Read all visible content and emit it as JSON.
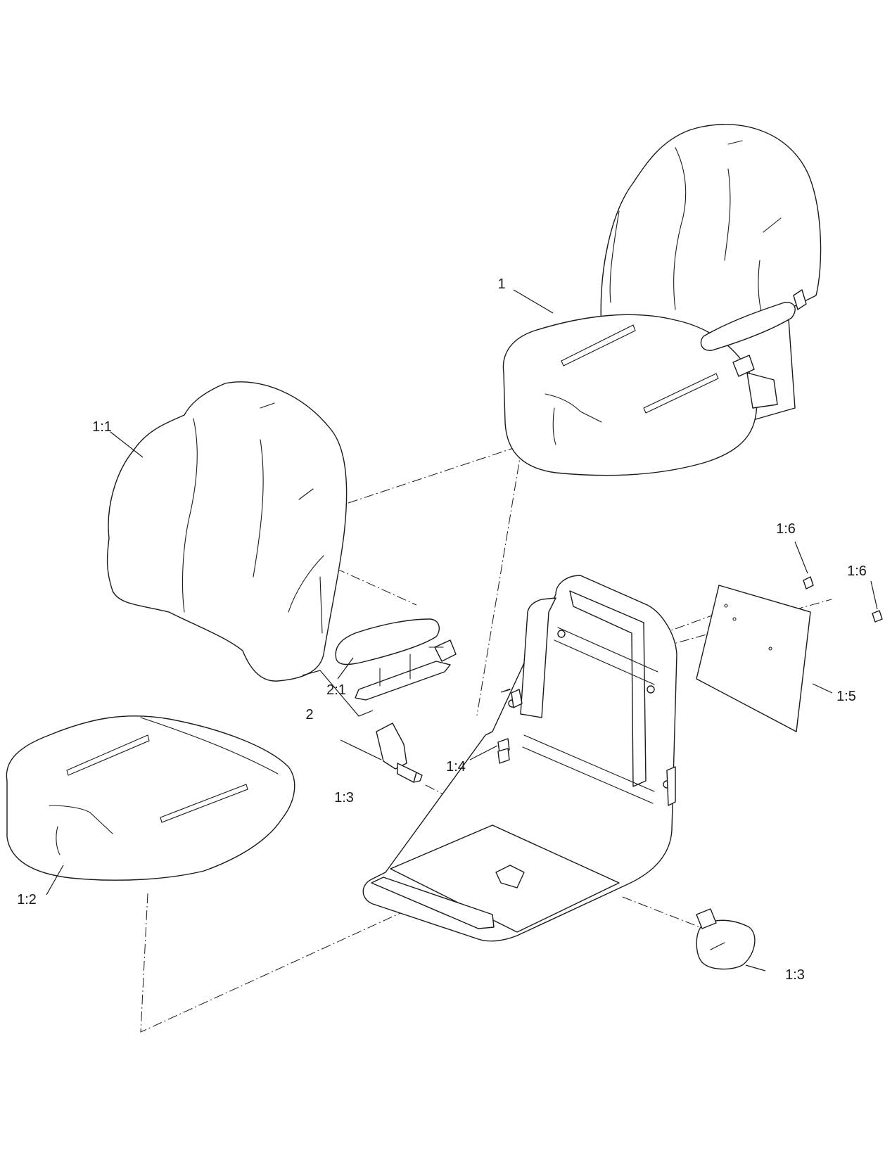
{
  "diagram": {
    "callouts": {
      "c1": "1",
      "c1_1": "1:1",
      "c1_2": "1:2",
      "c1_3a": "1:3",
      "c1_3b": "1:3",
      "c1_4": "1:4",
      "c1_5": "1:5",
      "c1_6a": "1:6",
      "c1_6b": "1:6",
      "c2": "2",
      "c2_1": "2:1"
    }
  }
}
